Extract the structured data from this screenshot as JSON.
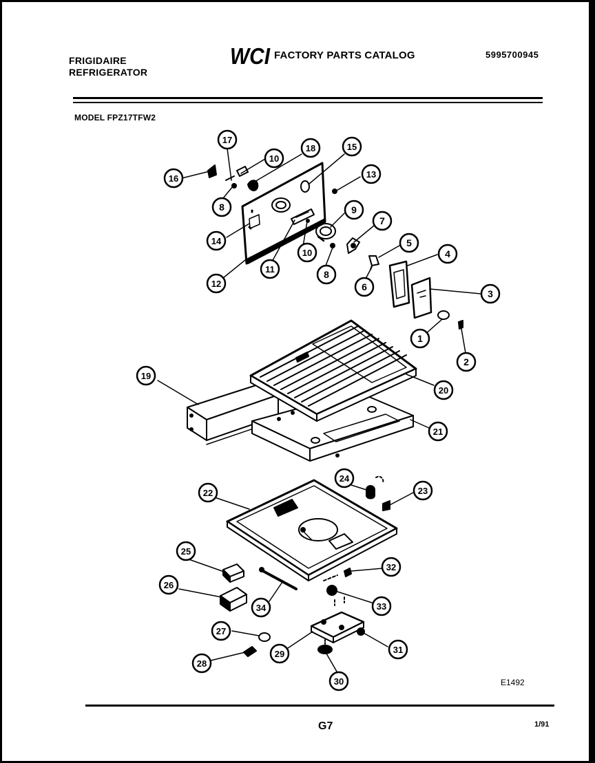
{
  "header": {
    "brand": "FRIGIDAIRE",
    "product": "REFRIGERATOR",
    "logo_text": "WCI",
    "catalog_title": "FACTORY PARTS CATALOG",
    "catalog_number": "5995700945",
    "model": "MODEL FPZ17TFW2"
  },
  "callouts": [
    "1",
    "2",
    "3",
    "4",
    "5",
    "6",
    "7",
    "8",
    "8",
    "9",
    "10",
    "10",
    "11",
    "12",
    "13",
    "14",
    "15",
    "16",
    "17",
    "18",
    "19",
    "20",
    "21",
    "22",
    "23",
    "24",
    "25",
    "26",
    "27",
    "28",
    "29",
    "30",
    "31",
    "32",
    "33",
    "34"
  ],
  "footer": {
    "figure_code": "E1492",
    "page": "G7",
    "date": "1/91"
  },
  "colors": {
    "ink": "#000000",
    "paper": "#ffffff"
  }
}
